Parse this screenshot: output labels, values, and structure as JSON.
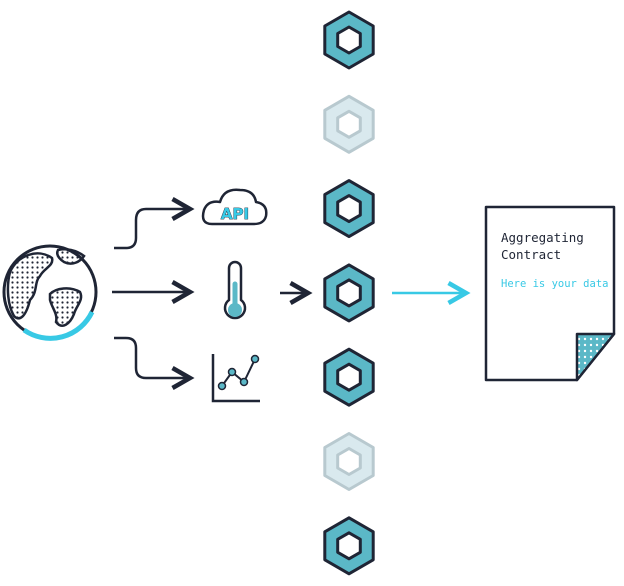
{
  "api_badge": {
    "label": "API"
  },
  "contract": {
    "title_line1": "Aggregating",
    "title_line2": "Contract",
    "data_line": "Here is your data"
  },
  "nodes": [
    {
      "state": "active"
    },
    {
      "state": "faded"
    },
    {
      "state": "active"
    },
    {
      "state": "active"
    },
    {
      "state": "active"
    },
    {
      "state": "faded"
    },
    {
      "state": "active"
    }
  ],
  "colors": {
    "stroke": "#1f2535",
    "teal": "#5bb8c7",
    "accent": "#38c9e5",
    "faded_fill": "#d9e9ee",
    "faded_stroke": "#b8c9cf"
  }
}
